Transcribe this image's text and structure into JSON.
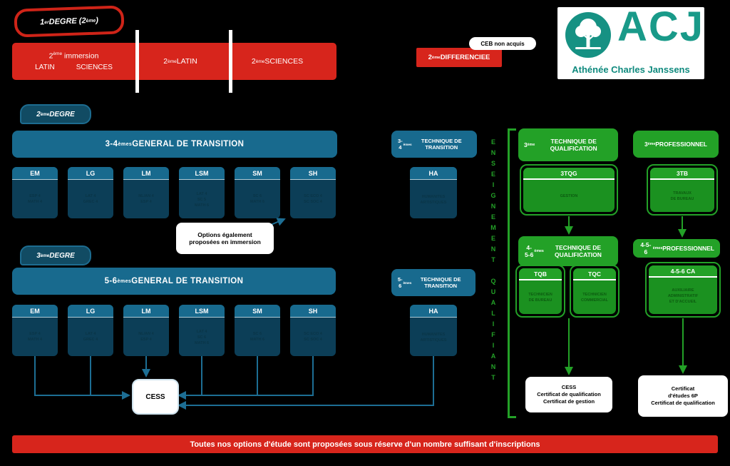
{
  "palette": {
    "red": "#d7251c",
    "blue": "#186a8e",
    "green": "#23a127",
    "teal_logo": "#169183"
  },
  "header": {
    "degree1": [
      {
        "t": "1"
      },
      {
        "s": "er"
      },
      {
        "t": " DEGRE (2"
      },
      {
        "s": "ème"
      },
      {
        "t": ")"
      }
    ],
    "immersion_title": [
      {
        "t": "2"
      },
      {
        "s": "ème"
      },
      {
        "t": " immersion"
      }
    ],
    "immersion_latin": "LATIN",
    "immersion_sciences": "SCIENCES",
    "latin": [
      {
        "t": "2"
      },
      {
        "s": "ème"
      },
      {
        "t": " LATIN"
      }
    ],
    "sciences": [
      {
        "t": "2"
      },
      {
        "s": "ème"
      },
      {
        "t": " SCIENCES"
      }
    ],
    "ceb": "CEB non acquis",
    "differenciee": [
      {
        "t": "2"
      },
      {
        "s": "ème"
      },
      {
        "t": " DIFFERENCIEE"
      }
    ],
    "logo": {
      "acronym": "ACJ",
      "school_name": "Athénée Charles Janssens"
    }
  },
  "d2": {
    "badge": [
      {
        "t": "2"
      },
      {
        "s": "ème"
      },
      {
        "t": " DEGRE"
      }
    ],
    "general": [
      {
        "t": "3-4 "
      },
      {
        "s": "èmes"
      },
      {
        "t": " GENERAL DE TRANSITION"
      }
    ],
    "technique": [
      {
        "t": "3-4 "
      },
      {
        "s": "èmes"
      },
      {
        "t": " TECHNIQUE DE TRANSITION"
      }
    ],
    "boxes": [
      {
        "label": "EM",
        "lines": [
          "ESP 4",
          "MATH 4"
        ]
      },
      {
        "label": "LG",
        "lines": [
          "LAT 4",
          "GREC 4"
        ]
      },
      {
        "label": "LM",
        "lines": [
          "NL/AN 4",
          "ESP 4"
        ]
      },
      {
        "label": "LSM",
        "lines": [
          "LAT 4",
          "SC 5",
          "MATH 6"
        ]
      },
      {
        "label": "SM",
        "lines": [
          "SC 6",
          "MATH 6"
        ]
      },
      {
        "label": "SH",
        "lines": [
          "SC ECO 4",
          "SC SOC 4"
        ]
      }
    ],
    "ha": {
      "label": "HA",
      "lines": [
        "HUMANITES",
        "ARTISTIQUES"
      ]
    }
  },
  "d3": {
    "badge": [
      {
        "t": "3"
      },
      {
        "s": "ème"
      },
      {
        "t": " DEGRE"
      }
    ],
    "general": [
      {
        "t": "5-6"
      },
      {
        "s": "èmes"
      },
      {
        "t": " GENERAL DE TRANSITION"
      }
    ],
    "technique": [
      {
        "t": "5-6"
      },
      {
        "s": "èmes"
      },
      {
        "t": " TECHNIQUE DE TRANSITION"
      }
    ],
    "boxes": [
      {
        "label": "EM",
        "lines": [
          "ESP 4",
          "MATH 4"
        ]
      },
      {
        "label": "LG",
        "lines": [
          "LAT 4",
          "GREC 4"
        ]
      },
      {
        "label": "LM",
        "lines": [
          "NL/AN 4",
          "ESP 4"
        ]
      },
      {
        "label": "LSM",
        "lines": [
          "LAT 4",
          "SC 6",
          "MATH 6"
        ]
      },
      {
        "label": "SM",
        "lines": [
          "SC 6",
          "MATH 6"
        ]
      },
      {
        "label": "SH",
        "lines": [
          "SC ECO 4",
          "SC SOC 4"
        ]
      }
    ],
    "ha": {
      "label": "HA",
      "lines": [
        "HUMANITES",
        "ARTISTIQUES"
      ]
    }
  },
  "options_note": {
    "line1": "Options également",
    "line2": "proposées en immersion"
  },
  "cess_label": "CESS",
  "qualifiant": {
    "vertical_label": "ENSEIGNEMENT QUALIFIANT",
    "tq3_header": [
      {
        "t": "3"
      },
      {
        "s": "ème"
      },
      {
        "t": " TECHNIQUE DE QUALIFICATION"
      }
    ],
    "p3_header": [
      {
        "t": "3"
      },
      {
        "s": "ème"
      },
      {
        "t": " PROFESSIONNEL"
      }
    ],
    "box_3tqg": {
      "label": "3TQG",
      "lines": [
        "GESTION"
      ]
    },
    "box_3tb": {
      "label": "3TB",
      "lines": [
        "TRAVAUX",
        "DE BUREAU"
      ]
    },
    "tq456_header": [
      {
        "t": "4-5-6"
      },
      {
        "s": "èmes"
      },
      {
        "t": " TECHNIQUE DE QUALIFICATION"
      }
    ],
    "p456_header": [
      {
        "t": "4-5-6"
      },
      {
        "s": "èmes"
      },
      {
        "t": " PROFESSIONNEL"
      }
    ],
    "box_tqb": {
      "label": "TQB",
      "lines": [
        "TECHNICIEN",
        "DE BUREAU"
      ]
    },
    "box_tqc": {
      "label": "TQC",
      "lines": [
        "TECHNICIEN",
        "COMMERCIAL"
      ]
    },
    "box_ca": {
      "label": "4-5-6 CA",
      "lines": [
        "AUXILIAIRE",
        "ADMINISTRATIF",
        "ET D'ACCUEIL"
      ]
    },
    "cert_tq_lines": [
      "CESS",
      "Certificat de qualification",
      "Certificat de gestion"
    ],
    "cert_p_lines": [
      "Certificat",
      "d'études 6P",
      "Certificat de qualification"
    ]
  },
  "footer_notice": "Toutes nos options d'étude sont proposées sous réserve d'un nombre suffisant d'inscriptions"
}
